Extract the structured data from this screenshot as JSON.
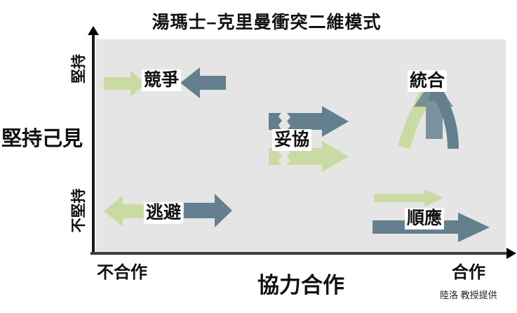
{
  "title": "湯瑪士–克里曼衝突二維模式",
  "y_axis": {
    "label": "堅持己見",
    "top_tick": "堅持",
    "bottom_tick": "不堅持"
  },
  "x_axis": {
    "label": "協力合作",
    "left_tick": "不合作",
    "right_tick": "合作"
  },
  "modes": {
    "competing": {
      "label": "競爭"
    },
    "collaborating": {
      "label": "統合"
    },
    "compromising": {
      "label": "妥協"
    },
    "avoiding": {
      "label": "逃避"
    },
    "accommodating": {
      "label": "順應"
    }
  },
  "credit": "陸洛  教授提供",
  "colors": {
    "green_arrow": "#c9dba3",
    "blue_arrow": "#64808f",
    "blue_translucent": "rgba(100,128,143,0.82)",
    "plot_bg": "#e5e5e5",
    "axis": "#1a1a1a"
  }
}
